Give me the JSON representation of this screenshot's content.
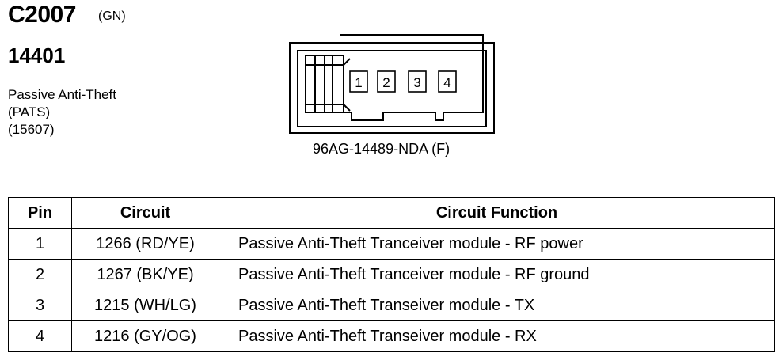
{
  "header": {
    "connector_id": "C2007",
    "connector_color": "(GN)",
    "part_number": "14401",
    "description_lines": [
      "Passive Anti-Theft",
      "(PATS)",
      "(15607)"
    ]
  },
  "connector": {
    "pin_labels": [
      "1",
      "2",
      "3",
      "4"
    ],
    "part_number": "96AG-14489-NDA (F)"
  },
  "table": {
    "headers": [
      "Pin",
      "Circuit",
      "Circuit Function"
    ],
    "rows": [
      {
        "pin": "1",
        "circuit": "1266 (RD/YE)",
        "function": "Passive Anti-Theft Tranceiver  module - RF power"
      },
      {
        "pin": "2",
        "circuit": "1267 (BK/YE)",
        "function": "Passive Anti-Theft Tranceiver  module - RF ground"
      },
      {
        "pin": "3",
        "circuit": "1215 (WH/LG)",
        "function": "Passive Anti-Theft Transeiver  module - TX"
      },
      {
        "pin": "4",
        "circuit": "1216 (GY/OG)",
        "function": "Passive Anti-Theft Transeiver  module - RX"
      }
    ]
  }
}
